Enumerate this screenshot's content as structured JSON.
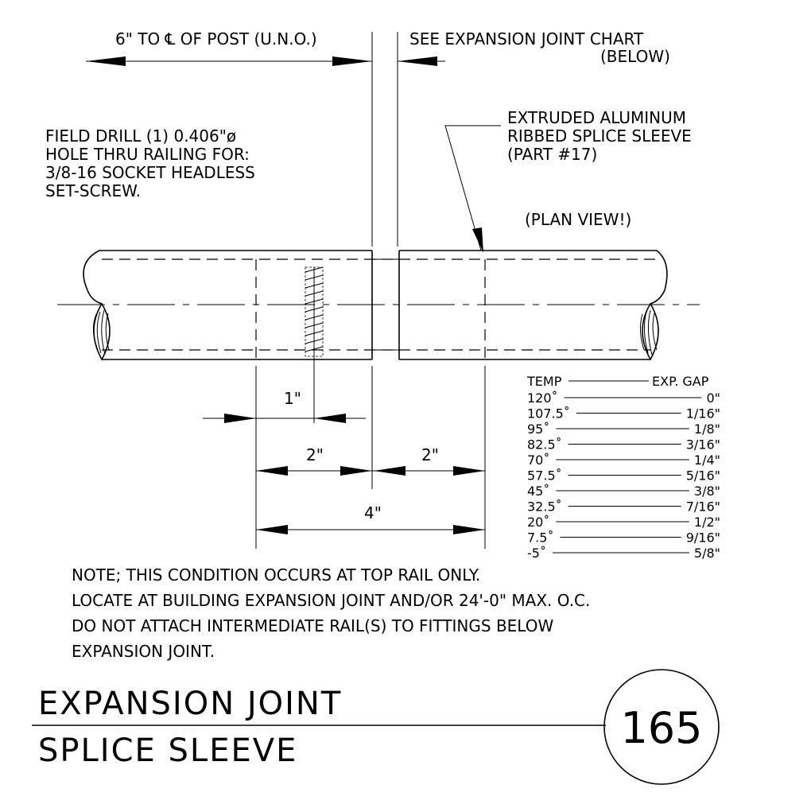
{
  "top_dims": {
    "left_label": "6\" TO ℄ OF POST (U.N.O.)",
    "right_label_line1": "SEE EXPANSION JOINT CHART",
    "right_label_line2": "(BELOW)"
  },
  "field_drill_note": [
    "FIELD DRILL (1) 0.406\"ø",
    "HOLE THRU RAILING FOR:",
    "3/8-16 SOCKET HEADLESS",
    "SET-SCREW."
  ],
  "sleeve_callout": [
    "EXTRUDED ALUMINUM",
    "RIBBED SPLICE SLEEVE",
    "(PART #17)"
  ],
  "view_label": "(PLAN VIEW!)",
  "dimensions": {
    "one_inch": "1\"",
    "two_inch_left": "2\"",
    "two_inch_right": "2\"",
    "four_inch": "4\""
  },
  "gap_chart": {
    "header_temp": "TEMP",
    "header_gap": "EXP. GAP",
    "rows": [
      {
        "temp": "120˚",
        "gap": "0\""
      },
      {
        "temp": "107.5˚",
        "gap": "1/16\""
      },
      {
        "temp": "95˚",
        "gap": "1/8\""
      },
      {
        "temp": "82.5˚",
        "gap": "3/16\""
      },
      {
        "temp": "70˚",
        "gap": "1/4\""
      },
      {
        "temp": "57.5˚",
        "gap": "5/16\""
      },
      {
        "temp": "45˚",
        "gap": "3/8\""
      },
      {
        "temp": "32.5˚",
        "gap": "7/16\""
      },
      {
        "temp": "20˚",
        "gap": "1/2\""
      },
      {
        "temp": "7.5˚",
        "gap": "9/16\""
      },
      {
        "temp": "-5˚",
        "gap": "5/8\""
      }
    ]
  },
  "notes": [
    "NOTE; THIS CONDITION OCCURS AT TOP RAIL ONLY.",
    "LOCATE AT BUILDING EXPANSION JOINT AND/OR 24'-0\" MAX. O.C.",
    "DO NOT ATTACH INTERMEDIATE RAIL(S) TO FITTINGS BELOW",
    "EXPANSION JOINT."
  ],
  "title_block": {
    "line1": "EXPANSION JOINT",
    "line2": "SPLICE SLEEVE",
    "detail_number": "165"
  }
}
